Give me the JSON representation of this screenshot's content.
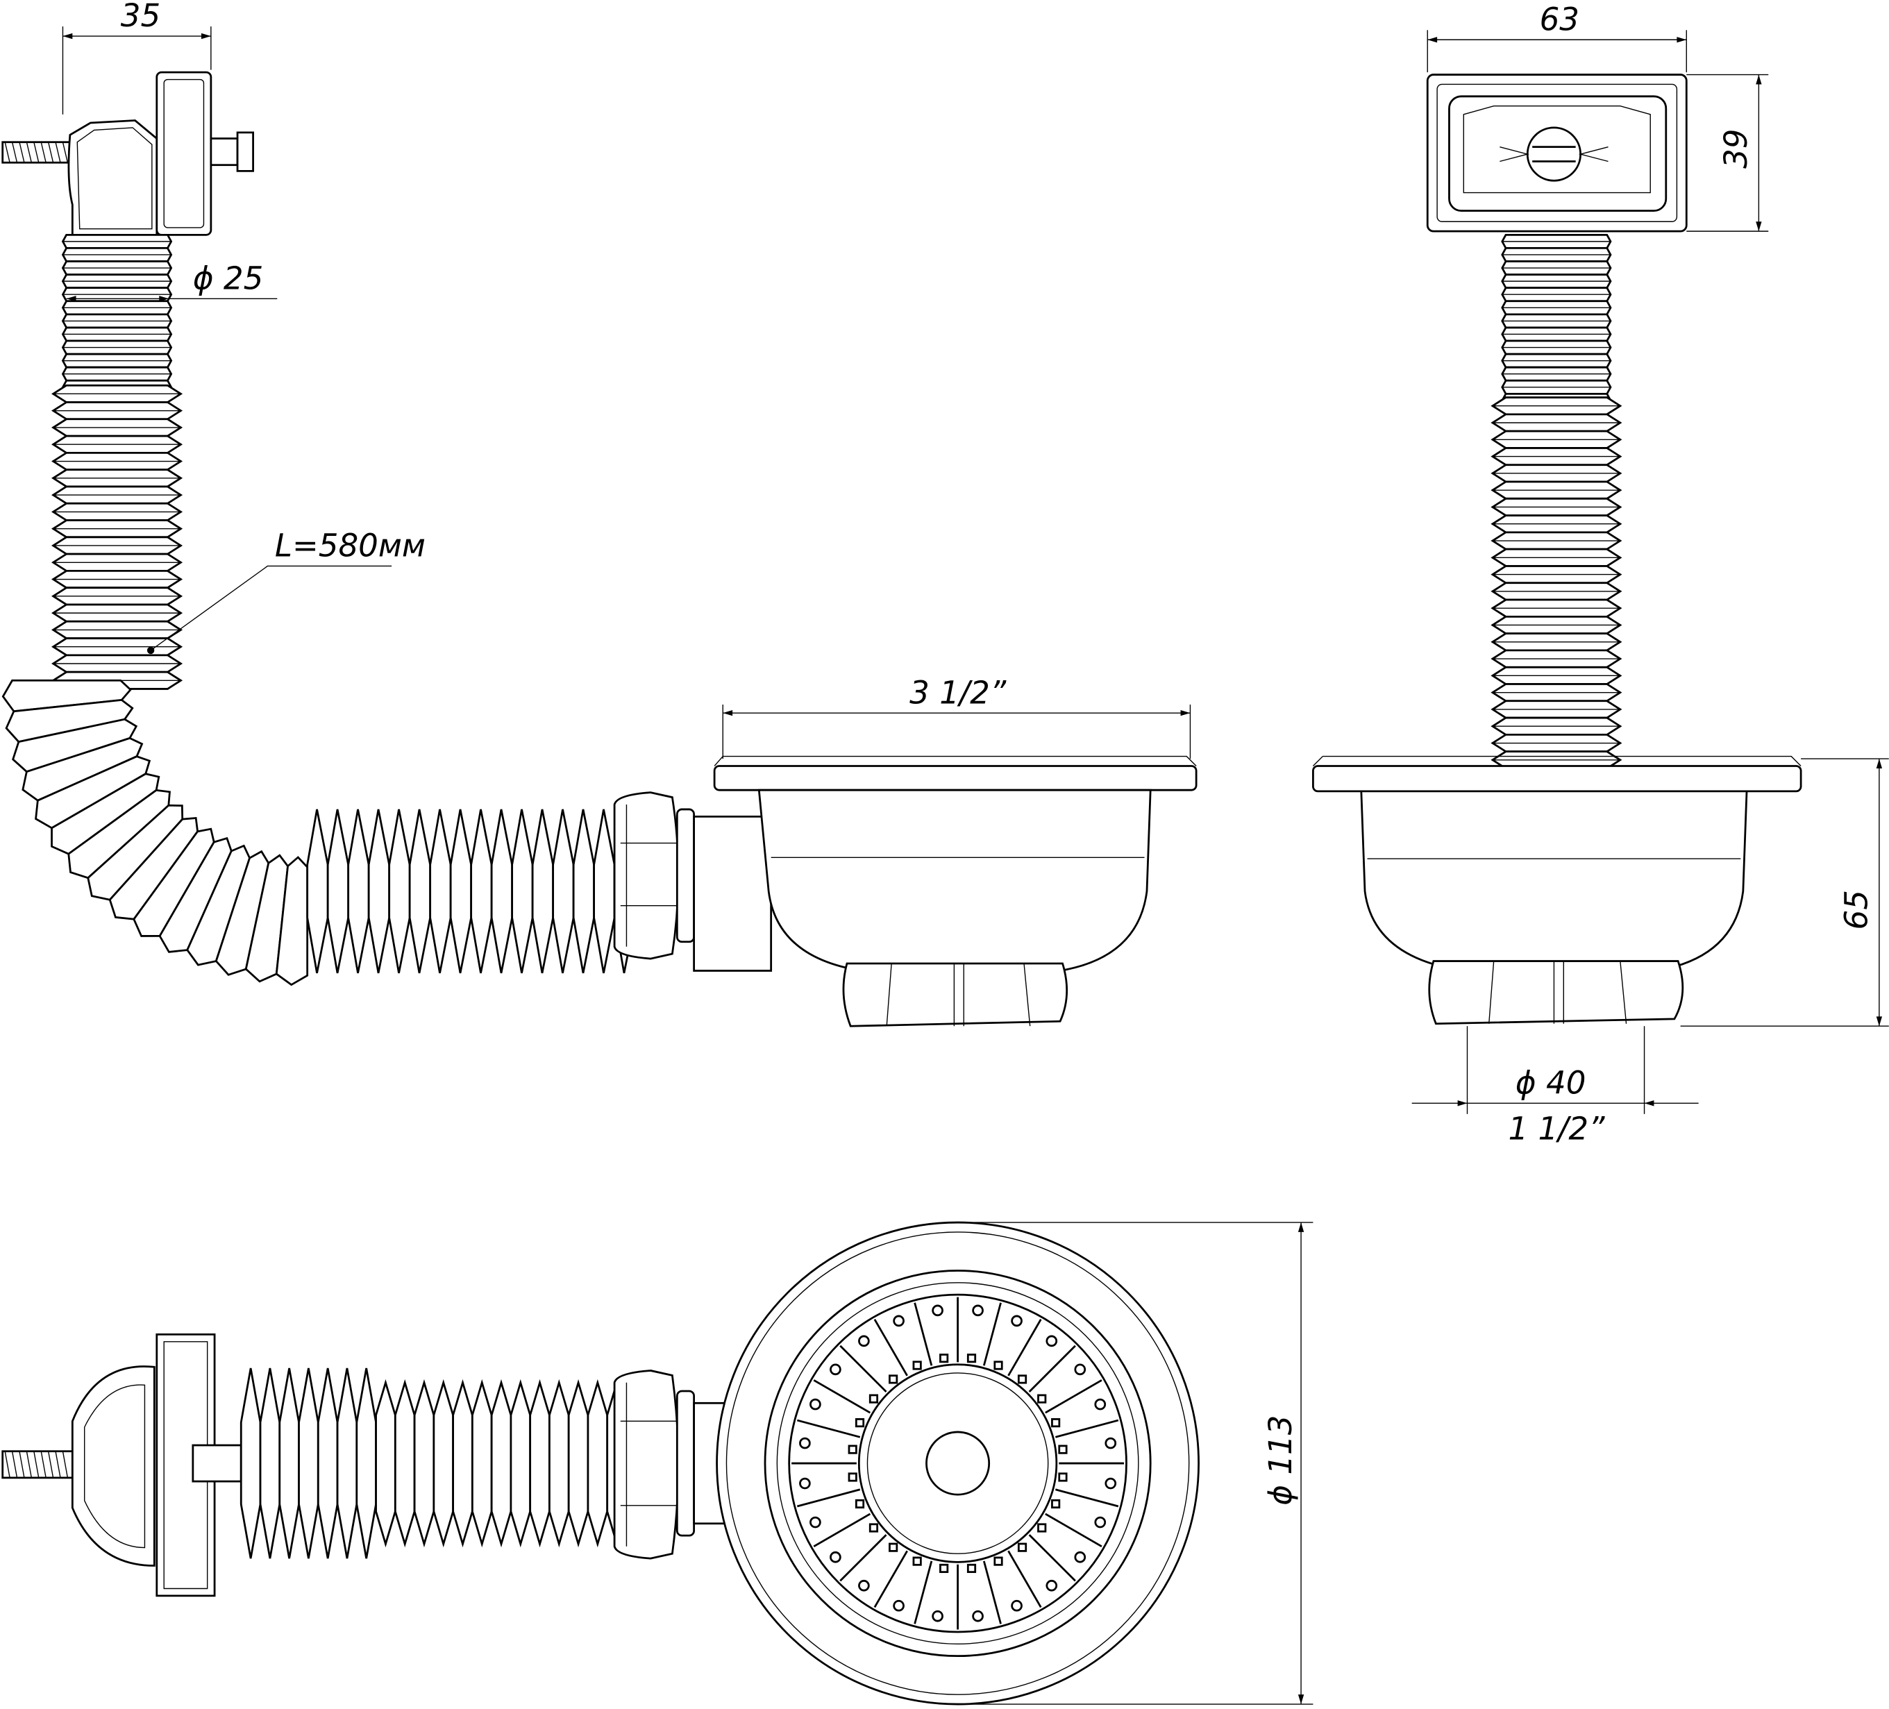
{
  "dimensions": {
    "overflow_width": "35",
    "hose_diameter": "ϕ 25",
    "hose_length": "L=580мм",
    "strainer_size": "3 1/2”",
    "overflow_plate_width": "63",
    "overflow_plate_height": "39",
    "strainer_height": "65",
    "outlet_diameter": "ϕ 40",
    "outlet_thread": "1 1/2”",
    "flange_diameter": "ϕ 113"
  },
  "colors": {
    "line": "#000000",
    "background": "#ffffff"
  }
}
